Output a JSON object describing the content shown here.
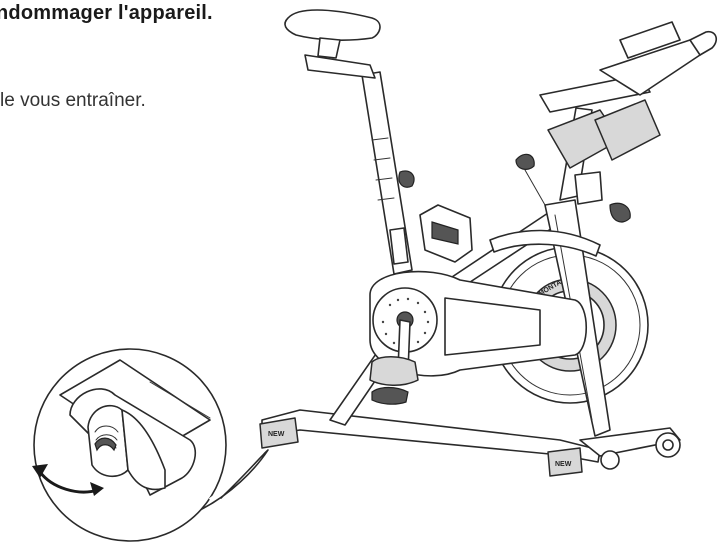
{
  "text": {
    "heading": "ndommager l'appareil.",
    "body": "le vous entraîner."
  },
  "illustration": {
    "subject": "spin-bike",
    "callout": "rear-stabilizer-foot-leveler",
    "arrow": "curved-double-arrow",
    "foot_label": "NEW",
    "wheel_lettering": "MONTA"
  }
}
